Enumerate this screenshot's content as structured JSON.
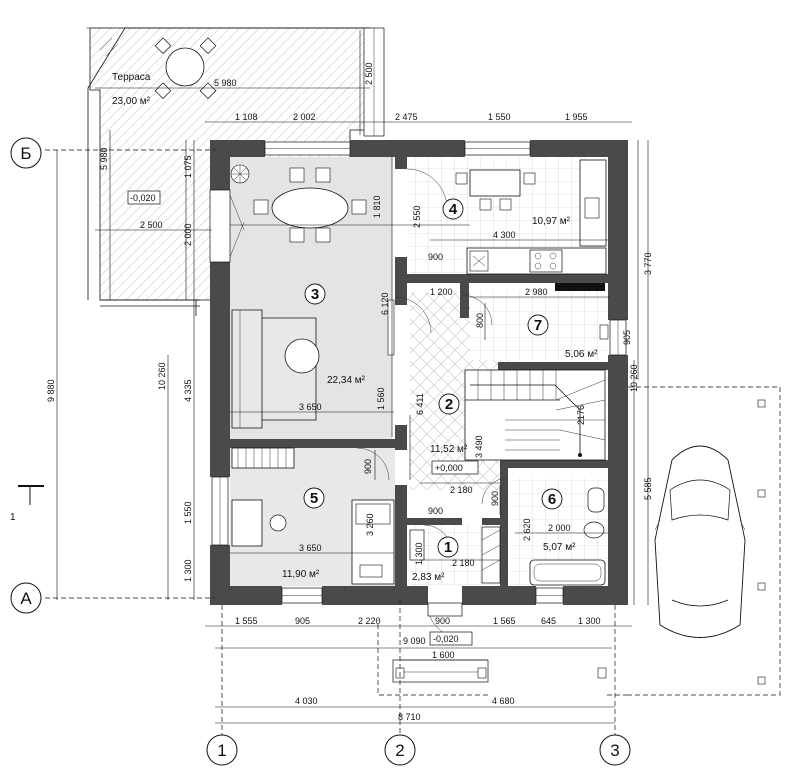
{
  "axes": {
    "vertical": [
      "1",
      "2",
      "3"
    ],
    "horizontal": [
      "А",
      "Б"
    ],
    "section_mark": "1"
  },
  "rooms": [
    {
      "id": "1",
      "area": "2,83 м²"
    },
    {
      "id": "2",
      "area": "11,52 м²"
    },
    {
      "id": "3",
      "area": "22,34 м²"
    },
    {
      "id": "4",
      "area": "10,97 м²"
    },
    {
      "id": "5",
      "area": "11,90 м²"
    },
    {
      "id": "6",
      "area": "5,07 м²"
    },
    {
      "id": "7",
      "area": "5,06 м²"
    }
  ],
  "terrace": {
    "name": "Терраса",
    "area": "23,00 м²",
    "level": "-0,020"
  },
  "levels": {
    "floor": "+0,000",
    "entrance": "-0,020"
  },
  "dims": {
    "top": [
      "1 108",
      "2 002",
      "2 475",
      "1 550",
      "1 955"
    ],
    "terrace_w": "5 980",
    "terrace_h": "2 500",
    "terrace_side": "5 980",
    "terrace_inner": "2 500",
    "left_chain": [
      "1 075",
      "2 000"
    ],
    "left_lower": [
      "4 335",
      "1 550",
      "1 300"
    ],
    "left_total": "10 260",
    "left_outer": "9 880",
    "right_top": "3 770",
    "right_905": "905",
    "right_5585": "5 585",
    "right_total": "10 260",
    "bottom_chain": [
      "1 555",
      "905",
      "2 220",
      "900",
      "1 565",
      "645",
      "1 300"
    ],
    "bottom_inner": "9 090",
    "bottom_1600": "1 600",
    "bottom_parts": [
      "4 030",
      "4 680"
    ],
    "bottom_total": "8 710",
    "interior": {
      "d1810": "1 810",
      "d2550": "2 550",
      "d4300": "4 300",
      "d6120": "6 120",
      "d1560": "1 560",
      "d3650a": "3 650",
      "d3650b": "3 650",
      "d3260": "3 260",
      "d900a": "900",
      "d900b": "900",
      "d900c": "900",
      "d900d": "900",
      "d1200": "1 200",
      "d800": "800",
      "d2980": "2 980",
      "d6411": "6 411",
      "d3490": "3 490",
      "d2176": "2176",
      "d2180a": "2 180",
      "d2180b": "2 180",
      "d1300": "1 300",
      "d2620": "2 620",
      "d2000": "2 000"
    }
  }
}
